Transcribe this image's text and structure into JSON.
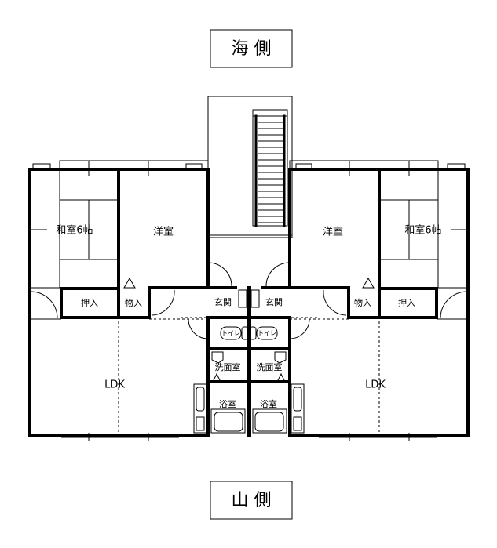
{
  "header": {
    "top_side": "海 側",
    "bottom_side": "山 側"
  },
  "rooms_left": {
    "washitsu": "和室6帖",
    "youshitsu": "洋室",
    "oshiire": "押入",
    "monoire": "物入",
    "genkan": "玄関",
    "toilet": "トイレ",
    "senmen": "洗面室",
    "yokushitsu": "浴室",
    "ldk": "LDK"
  },
  "rooms_right": {
    "washitsu": "和室6帖",
    "youshitsu": "洋室",
    "oshiire": "押入",
    "monoire": "物入",
    "genkan": "玄関",
    "toilet": "トイレ",
    "senmen": "洗面室",
    "yokushitsu": "浴室",
    "ldk": "LDK"
  }
}
